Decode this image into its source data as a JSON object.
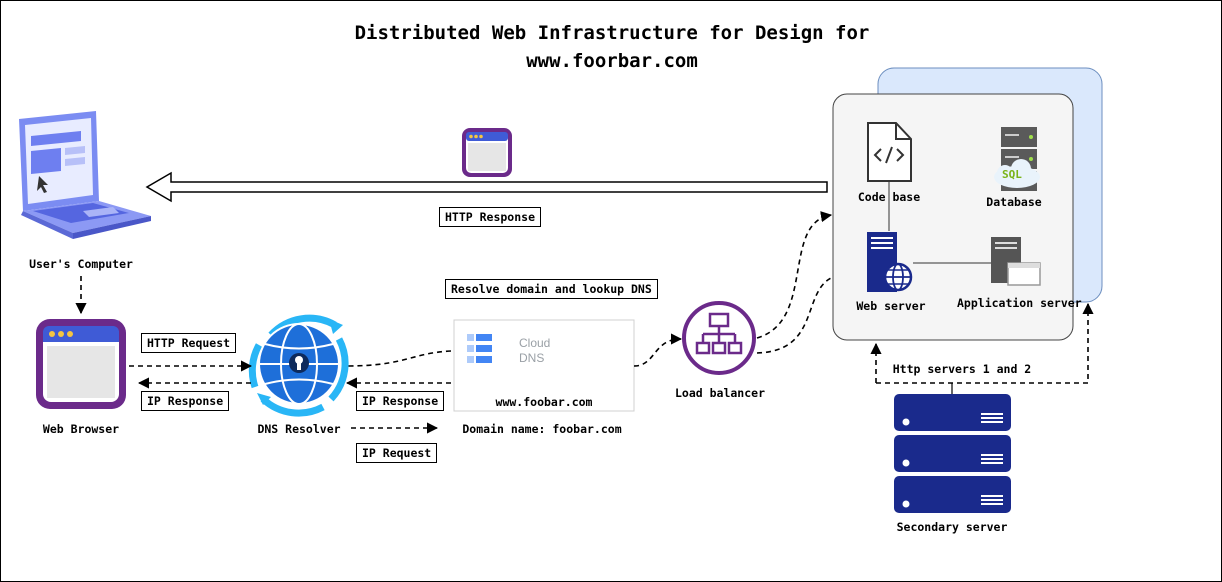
{
  "title": {
    "line1": "Distributed Web Infrastructure for Design for",
    "line2": "www.foorbar.com"
  },
  "nodes": {
    "user_computer": "User's Computer",
    "web_browser": "Web Browser",
    "dns_resolver": "DNS Resolver",
    "cloud_dns_title": "Cloud",
    "cloud_dns_sub": "DNS",
    "cloud_dns_domain": "www.foobar.com",
    "domain_name": "Domain name: foobar.com",
    "load_balancer": "Load balancer",
    "code_base": "Code base",
    "database": "Database",
    "sql_badge": "SQL",
    "web_server": "Web server",
    "application_server": "Application server",
    "secondary_server": "Secondary server",
    "http_servers": "Http servers 1 and 2"
  },
  "edge_labels": {
    "http_response": "HTTP Response",
    "resolve_domain": "Resolve domain and lookup DNS",
    "http_request": "HTTP Request",
    "ip_response_left": "IP Response",
    "ip_response_right": "IP Response",
    "ip_request": "IP Request"
  },
  "colors": {
    "browser_purple": "#6b2a8a",
    "server_navy": "#1a2a8c",
    "dns_blue": "#1e6fd9",
    "dns_ring": "#29b6f6",
    "lb_purple": "#6b2a8a",
    "back_panel": "#dae8fc",
    "back_panel_border": "#6c8ebf",
    "laptop_blue": "#6e7ff0"
  }
}
